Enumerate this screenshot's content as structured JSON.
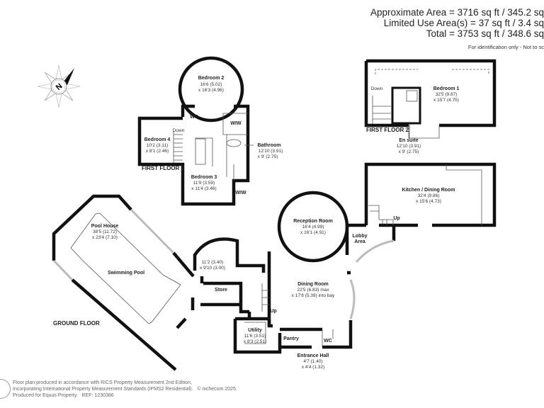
{
  "area": {
    "approx": "Approximate Area = 3716 sq ft / 345.2 sq",
    "limited": "Limited Use Area(s) = 37 sq ft / 3.4 sq",
    "total": "Total = 3753 sq ft / 348.6 sq",
    "note": "For identification only - Not to sc"
  },
  "compass": {
    "letter": "N",
    "icon": "north-compass-icon"
  },
  "floors": {
    "first1": "FIRST FLOOR 1",
    "first2": "FIRST FLOOR 2",
    "ground": "GROUND FLOOR"
  },
  "rooms": {
    "bedroom2": {
      "name": "Bedroom 2",
      "d1": "16'6 (5.02)",
      "d2": "x 16'3 (4.96)"
    },
    "bedroom4": {
      "name": "Bedroom 4",
      "d1": "10'2 (3.11)",
      "d2": "x 8'1 (2.46)"
    },
    "bedroom3": {
      "name": "Bedroom 3",
      "d1": "11'9 (3.59)",
      "d2": "x 11'4 (3.46)"
    },
    "bathroom": {
      "name": "Bathroom",
      "d1": "12'10 (3.91)",
      "d2": "x 9' (2.75)"
    },
    "wc1": {
      "name": "WC"
    },
    "wiw1": {
      "name": "WIW"
    },
    "wiw2": {
      "name": "WIW"
    },
    "down1": {
      "name": "Down"
    },
    "bedroom1": {
      "name": "Bedroom 1",
      "d1": "32'5 (9.87)",
      "d2": "x 15'7 (4.75)"
    },
    "ensuite": {
      "name": "En suite",
      "d1": "12'10 (3.91)",
      "d2": "x 9' (2.75)"
    },
    "down2": {
      "name": "Down"
    },
    "kitchen": {
      "name": "Kitchen / Dining Room",
      "d1": "32'4 (9.86)",
      "d2": "x 15'6 (4.73)"
    },
    "up1": {
      "name": "Up"
    },
    "reception": {
      "name": "Reception Room",
      "d1": "16'4 (4.99)",
      "d2": "x 16'1 (4.91)"
    },
    "lobby": {
      "name": "Lobby",
      "name2": "Area"
    },
    "pool": {
      "name": "Pool House",
      "d1": "38'5 (11.72)",
      "d2": "x 23'4 (7.10)"
    },
    "swimming": {
      "name": "Swimming Pool"
    },
    "bayroom": {
      "d1": "11'2 (3.40)",
      "d2": "x 9'10 (3.00)"
    },
    "store": {
      "name": "Store"
    },
    "dining": {
      "name": "Dining Room",
      "d1": "22'5 (6.83) max",
      "d2": "x 17'8 (5.39) into bay"
    },
    "up2": {
      "name": "Up"
    },
    "utility": {
      "name": "Utility",
      "d1": "11'6 (3.51)",
      "d2": "x 8'3 (2.51)"
    },
    "pantry": {
      "name": "Pantry"
    },
    "wc2": {
      "name": "WC"
    },
    "entrance": {
      "name": "Entrance Hall",
      "d1": "4'7 (1.40)",
      "d2": "x 4'4 (1.32)"
    }
  },
  "footer": {
    "line1": "Floor plan produced in accordance with RICS Property Measurement 2nd Edition,",
    "line2": "Incorporating International Property Measurement Standards (IPMS2 Residential).",
    "copyright": "© nichecom 2025.",
    "line3": "Produced for Equus Property.",
    "ref": "REF: 1230386"
  }
}
